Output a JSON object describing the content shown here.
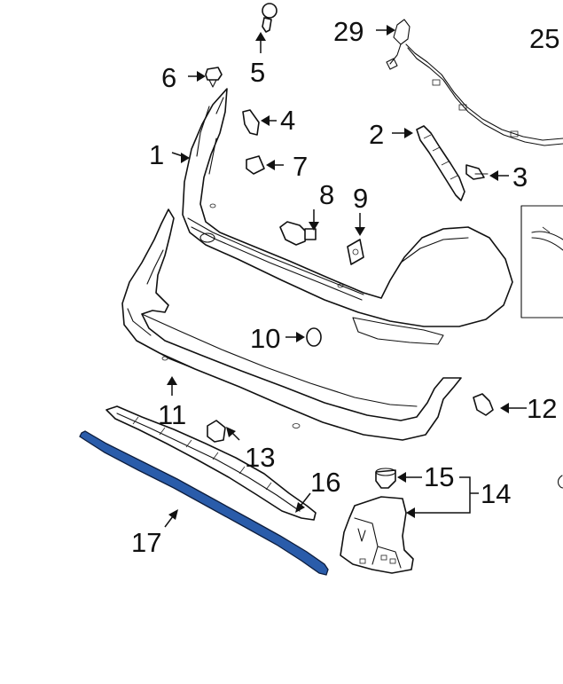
{
  "diagram": {
    "callouts": {
      "c1": "1",
      "c2": "2",
      "c3": "3",
      "c4": "4",
      "c5": "5",
      "c6": "6",
      "c7": "7",
      "c8": "8",
      "c9": "9",
      "c10": "10",
      "c11": "11",
      "c12": "12",
      "c13": "13",
      "c14": "14",
      "c15": "15",
      "c16": "16",
      "c17": "17",
      "c25": "25",
      "c29": "29"
    },
    "colors": {
      "highlight_part_17": "#2a5caa",
      "line_art": "#111111",
      "background": "#ffffff"
    }
  }
}
